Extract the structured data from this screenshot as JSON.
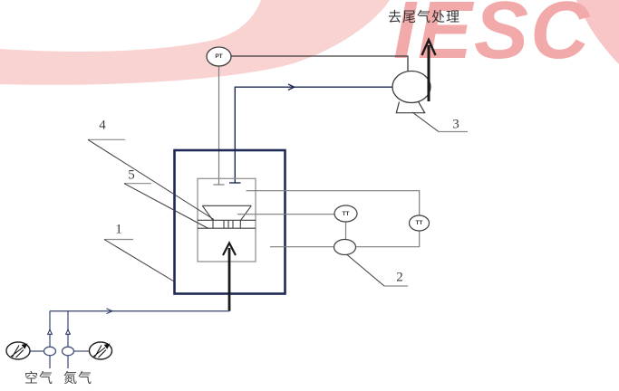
{
  "watermark": {
    "text": "IESC",
    "band_color": "#f9d2d2",
    "corner_color": "#f8c6c6",
    "letter_color": "#f2a9a9"
  },
  "flow_labels": {
    "exhaust": "去尾气处理"
  },
  "instruments": {
    "pt": "PT",
    "tt_upper": "TT",
    "tt_right": "TT"
  },
  "inlets": [
    {
      "label": "空气"
    },
    {
      "label": "氮气"
    }
  ],
  "callouts": {
    "one": "1",
    "two": "2",
    "three": "3",
    "four": "4",
    "five": "5"
  },
  "colors": {
    "pipe_navy": "#1e2a55",
    "line_gray": "#7d7d7d",
    "line_dark": "#3a3a3a",
    "inlet_slate": "#46537b",
    "arrow_black": "#1a1a1a"
  }
}
